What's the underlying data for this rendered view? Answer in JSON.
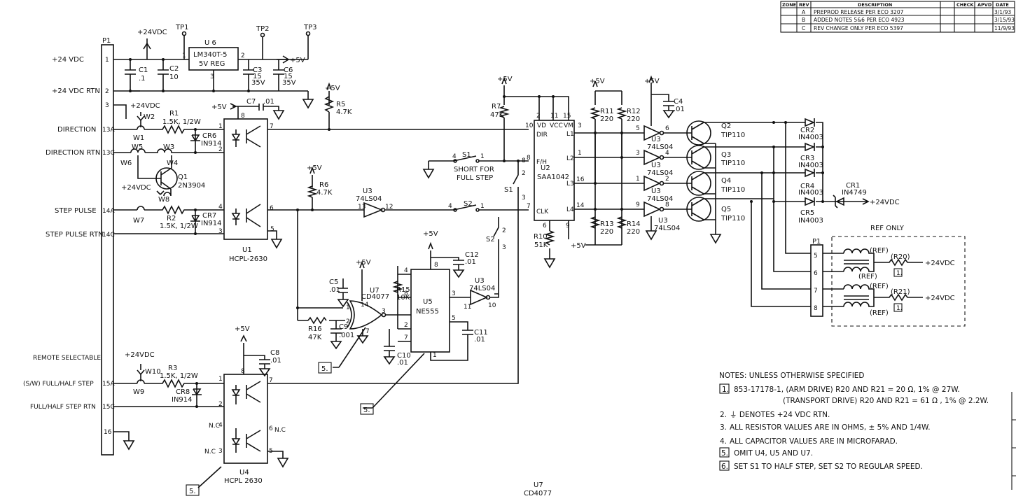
{
  "revision_block": {
    "headers": [
      "ZONE",
      "REV",
      "DESCRIPTION",
      "",
      "CHECK",
      "APVD",
      "DATE"
    ],
    "rows": [
      {
        "rev": "A",
        "description": "PREPROD RELEASE PER ECO 3207",
        "date": "3/1/93"
      },
      {
        "rev": "B",
        "description": "ADDED NOTES 5&6 PER ECO 4923",
        "date": "3/15/93"
      },
      {
        "rev": "C",
        "description": "REV CHANGE ONLY PER ECO 5397",
        "date": "11/9/93"
      }
    ]
  },
  "connector": {
    "name": "P1",
    "pins": [
      {
        "num": "1",
        "signal": "+24 VDC"
      },
      {
        "num": "2",
        "signal": "+24 VDC RTN"
      },
      {
        "num": "3",
        "signal": ""
      },
      {
        "num": "13A",
        "signal": "DIRECTION"
      },
      {
        "num": "13C",
        "signal": "DIRECTION RTN"
      },
      {
        "num": "14A",
        "signal": "STEP PULSE"
      },
      {
        "num": "14C",
        "signal": "STEP PULSE RTN"
      },
      {
        "num": "15A",
        "signal": "(S/W) FULL/HALF STEP"
      },
      {
        "num": "15C",
        "signal": "FULL/HALF STEP RTN"
      },
      {
        "num": "16",
        "signal": ""
      }
    ],
    "remote_label": "REMOTE SELECTABLE"
  },
  "power": {
    "vdc24": "+24VDC",
    "vdc24_short": "+24VDC",
    "v5": "+5V",
    "regulator_ref": "U 6",
    "regulator_part": "LM340T-5",
    "regulator_desc": "5V REG",
    "test_points": [
      "TP1",
      "TP2",
      "TP3"
    ],
    "capacitors": [
      {
        "ref": "C1",
        "value": ".1"
      },
      {
        "ref": "C2",
        "value": "10"
      },
      {
        "ref": "C3",
        "value": "15",
        "rating": "35V"
      },
      {
        "ref": "C6",
        "value": "15",
        "rating": "35V"
      }
    ]
  },
  "optocouplers": [
    {
      "ref": "U1",
      "part": "HCPL-2630"
    },
    {
      "ref": "U4",
      "part": "HCPL 2630",
      "nc": "N.C"
    }
  ],
  "resistors": [
    {
      "ref": "R1",
      "value": "1.5K, 1/2W"
    },
    {
      "ref": "R2",
      "value": "1.5K, 1/2W"
    },
    {
      "ref": "R3",
      "value": "1.5K, 1/2W"
    },
    {
      "ref": "R5",
      "value": "4.7K"
    },
    {
      "ref": "R6",
      "value": "4.7K"
    },
    {
      "ref": "R7",
      "value": "47K"
    },
    {
      "ref": "R10",
      "value": "51K"
    },
    {
      "ref": "R11",
      "value": "220"
    },
    {
      "ref": "R12",
      "value": "220"
    },
    {
      "ref": "R13",
      "value": "220"
    },
    {
      "ref": "R14",
      "value": "220"
    },
    {
      "ref": "R15",
      "value": "10K"
    },
    {
      "ref": "R16",
      "value": "47K"
    }
  ],
  "diodes": [
    {
      "ref": "CR6",
      "part": "IN914"
    },
    {
      "ref": "CR7",
      "part": "IN914"
    },
    {
      "ref": "CR8",
      "part": "IN914"
    },
    {
      "ref": "CR1",
      "part": "IN4749"
    },
    {
      "ref": "CR2",
      "part": "IN4003"
    },
    {
      "ref": "CR3",
      "part": "IN4003"
    },
    {
      "ref": "CR4",
      "part": "IN4003"
    },
    {
      "ref": "CR5",
      "part": "IN4003"
    }
  ],
  "jumpers": [
    "W1",
    "W2",
    "W3",
    "W4",
    "W5",
    "W6",
    "W7",
    "W8",
    "W9",
    "W10"
  ],
  "transistors": [
    {
      "ref": "Q1",
      "part": "2N3904"
    },
    {
      "ref": "Q2",
      "part": "TIP110"
    },
    {
      "ref": "Q3",
      "part": "TIP110"
    },
    {
      "ref": "Q4",
      "part": "TIP110"
    },
    {
      "ref": "Q5",
      "part": "TIP110"
    }
  ],
  "misc_caps": [
    {
      "ref": "C4",
      "value": ".01"
    },
    {
      "ref": "C5",
      "value": ".01"
    },
    {
      "ref": "C7",
      "value": ".01"
    },
    {
      "ref": "C8",
      "value": ".01"
    },
    {
      "ref": "C9",
      "value": ".001"
    },
    {
      "ref": "C10",
      "value": ".01"
    },
    {
      "ref": "C11",
      "value": ".01"
    },
    {
      "ref": "C12",
      "value": ".01"
    }
  ],
  "ics": {
    "u2_ref": "U2",
    "u2_part": "SAA1042",
    "u2_pins": {
      "vd": "VD",
      "vcc": "VCC",
      "vm": "VM",
      "dir": "DIR",
      "fh": "F/H",
      "clk": "CLK",
      "l1": "L1",
      "l2": "L2",
      "l3": "L3",
      "l4": "L4"
    },
    "u3_part": "74LS04",
    "u3_ref": "U3",
    "u5_ref": "U5",
    "u5_part": "NE555",
    "u7_ref": "U7",
    "u7_part": "CD4077"
  },
  "switches": [
    {
      "ref": "S1",
      "caption": "SHORT FOR",
      "caption2": "FULL STEP"
    },
    {
      "ref": "S2"
    }
  ],
  "motor": {
    "ref_only": "REF ONLY",
    "ref": "(REF)",
    "r20": "(R20)",
    "r21": "(R21)",
    "supply": "+24VDC",
    "connector": "P1",
    "pins": [
      "5",
      "6",
      "7",
      "8"
    ]
  },
  "cr1_supply": "+24VDC",
  "notes": {
    "heading": "NOTES: UNLESS OTHERWISE SPECIFIED",
    "items": [
      {
        "num": "1.",
        "text": "853-17178-1, (ARM DRIVE)  R20 AND R21 = 20 Ω, 1% @ 27W.",
        "text2": "(TRANSPORT DRIVE)  R20 AND R21 = 61 Ω , 1% @ 2.2W."
      },
      {
        "num": "2.",
        "text": "⏚ DENOTES +24 VDC RTN."
      },
      {
        "num": "3.",
        "text": "ALL RESISTOR VALUES ARE IN OHMS, ± 5% AND 1/4W."
      },
      {
        "num": "4.",
        "text": "ALL CAPACITOR VALUES ARE IN MICROFARAD."
      },
      {
        "num": "5.",
        "text": "OMIT U4, U5 AND U7."
      },
      {
        "num": "6.",
        "text": "SET S1 TO HALF STEP, SET S2 TO REGULAR SPEED."
      }
    ]
  },
  "footer": {
    "ref": "U7",
    "part": "CD4077"
  }
}
